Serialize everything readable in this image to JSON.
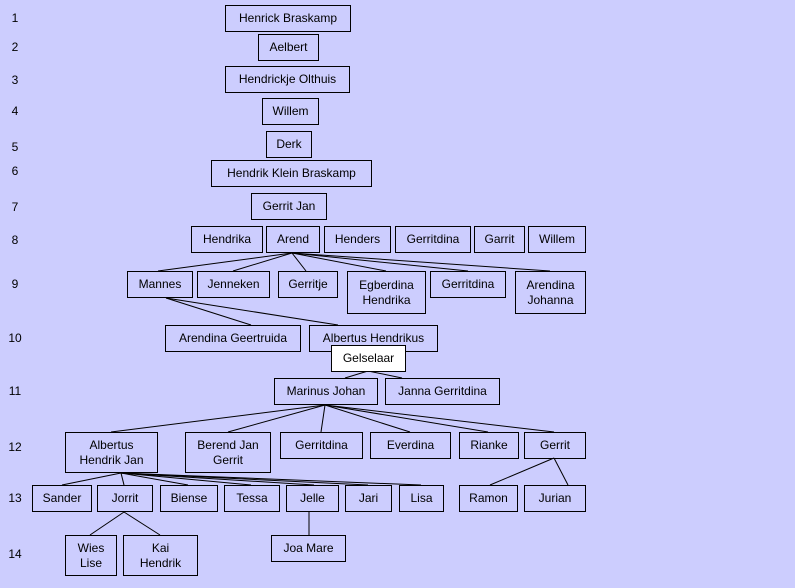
{
  "generations": [
    "1",
    "2",
    "3",
    "4",
    "5",
    "6",
    "7",
    "8",
    "9",
    "10",
    "11",
    "12",
    "13",
    "14"
  ],
  "people": {
    "henrick_braskamp": "Henrick Braskamp",
    "aelbert": "Aelbert",
    "hendrickje_olthuis": "Hendrickje Olthuis",
    "willem_4": "Willem",
    "derk": "Derk",
    "hendrik_klein_braskamp": "Hendrik Klein Braskamp",
    "gerrit_jan": "Gerrit Jan",
    "hendrika": "Hendrika",
    "arend": "Arend",
    "henders": "Henders",
    "gerritdina_8": "Gerritdina",
    "garrit": "Garrit",
    "willem_8": "Willem",
    "mannes": "Mannes",
    "jenneken": "Jenneken",
    "gerritje": "Gerritje",
    "egberdina_hendrika": "Egberdina\nHendrika",
    "gerritdina_9": "Gerritdina",
    "arendina_johanna": "Arendina\nJohanna",
    "arendina_geertruida": "Arendina Geertruida",
    "albertus_hendrikus": "Albertus Hendrikus",
    "gelselaar": "Gelselaar",
    "marinus_johan": "Marinus Johan",
    "janna_gerritdina": "Janna Gerritdina",
    "albertus_hendrik_jan": "Albertus\nHendrik Jan",
    "berend_jan_gerrit": "Berend Jan\nGerrit",
    "gerritdina_12": "Gerritdina",
    "everdina": "Everdina",
    "rianke": "Rianke",
    "gerrit_12": "Gerrit",
    "sander": "Sander",
    "jorrit": "Jorrit",
    "biense": "Biense",
    "tessa": "Tessa",
    "jelle": "Jelle",
    "jari": "Jari",
    "lisa": "Lisa",
    "ramon": "Ramon",
    "jurian": "Jurian",
    "wies_lise": "Wies\nLise",
    "kai_hendrik": "Kai\nHendrik",
    "joa_mare": "Joa Mare"
  },
  "colors": {
    "background": "#cccdfe",
    "label_box": "#ffffff",
    "line": "#000000"
  }
}
